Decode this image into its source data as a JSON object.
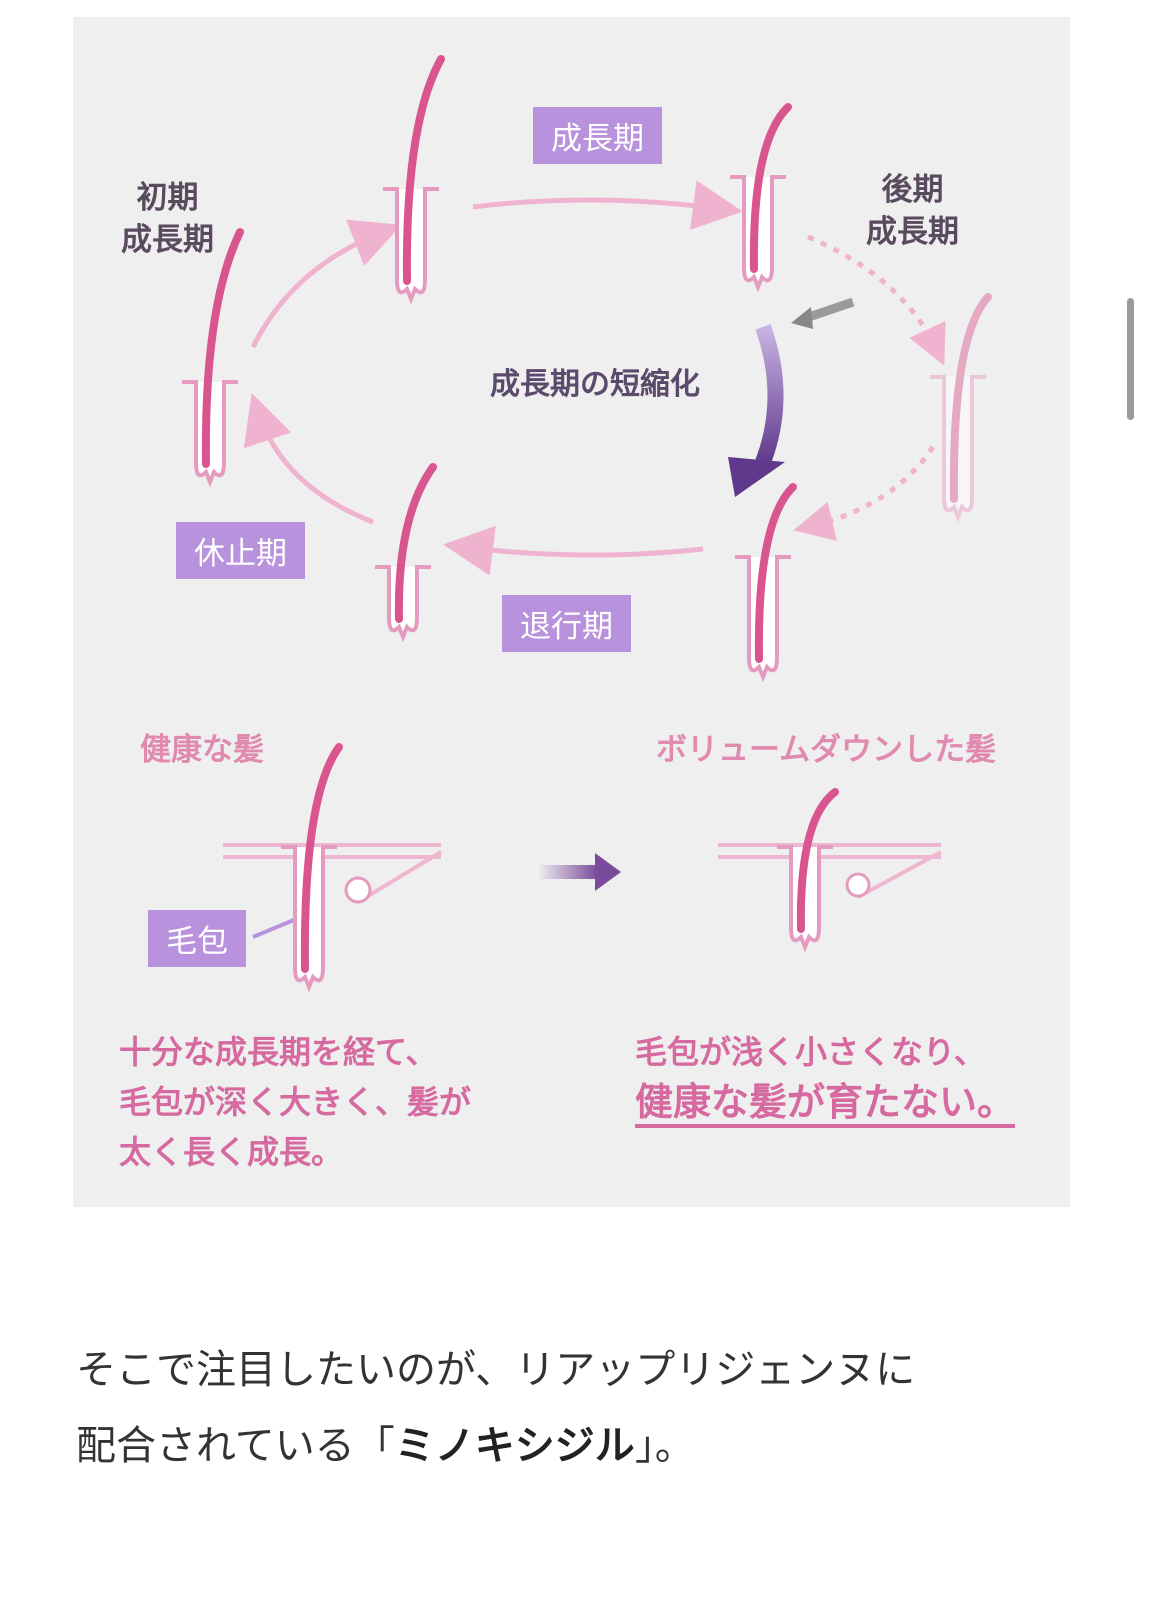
{
  "diagram": {
    "stages": {
      "early_growth": "初期\n成長期",
      "growth": "成長期",
      "late_growth": "後期\n成長期",
      "catagen": "退行期",
      "telogen": "休止期"
    },
    "center_label": "成長期の短縮化",
    "healthy_title": "健康な髪",
    "volume_down_title": "ボリュームダウンした髪",
    "follicle_label": "毛包",
    "healthy_caption": [
      "十分な成長期を経て、",
      "毛包が深く大きく、髪が",
      "太く長く成長。"
    ],
    "volume_down_caption": [
      "毛包が浅く小さくなり、"
    ],
    "volume_down_emphasis": "健康な髪が育たない。",
    "colors": {
      "hair": "#d9558f",
      "arrow": "#f0b3cf",
      "label_box": "#b892dc",
      "shorten_arrow": "#5f3a8c"
    }
  },
  "article": {
    "text_1": "そこで注目したいのが、リアップリジェンヌに",
    "text_2": "配合されている「",
    "highlight": "ミノキシジル",
    "text_3": "」。"
  }
}
